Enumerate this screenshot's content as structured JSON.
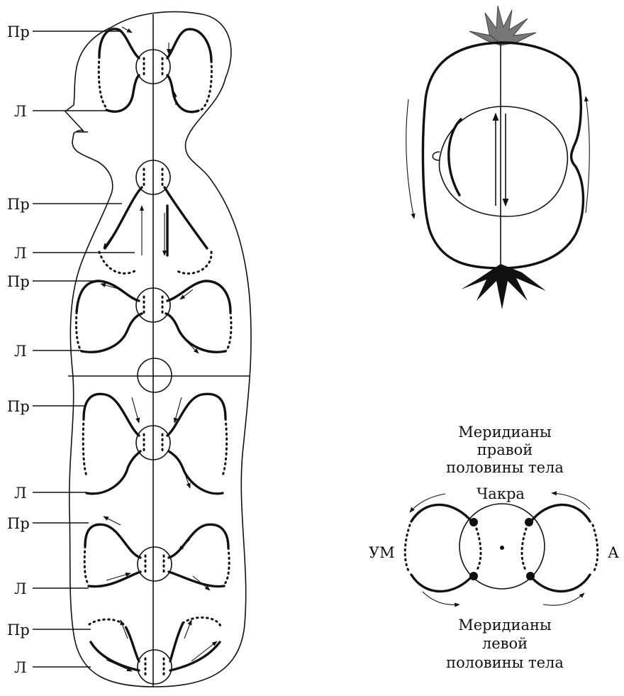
{
  "body_figure": {
    "labels": [
      "Пр",
      "Л",
      "Пр",
      "Л",
      "Пр",
      "Л",
      "Пр",
      "Л",
      "Пр",
      "Л",
      "Пр",
      "Л"
    ]
  },
  "chakra_diagram": {
    "top_caption": [
      "Меридианы",
      "правой",
      "половины тела"
    ],
    "chakra_label": "Чакра",
    "left_label": "УМ",
    "right_label": "А",
    "bottom_caption": [
      "Меридианы",
      "левой",
      "половины тела"
    ]
  }
}
